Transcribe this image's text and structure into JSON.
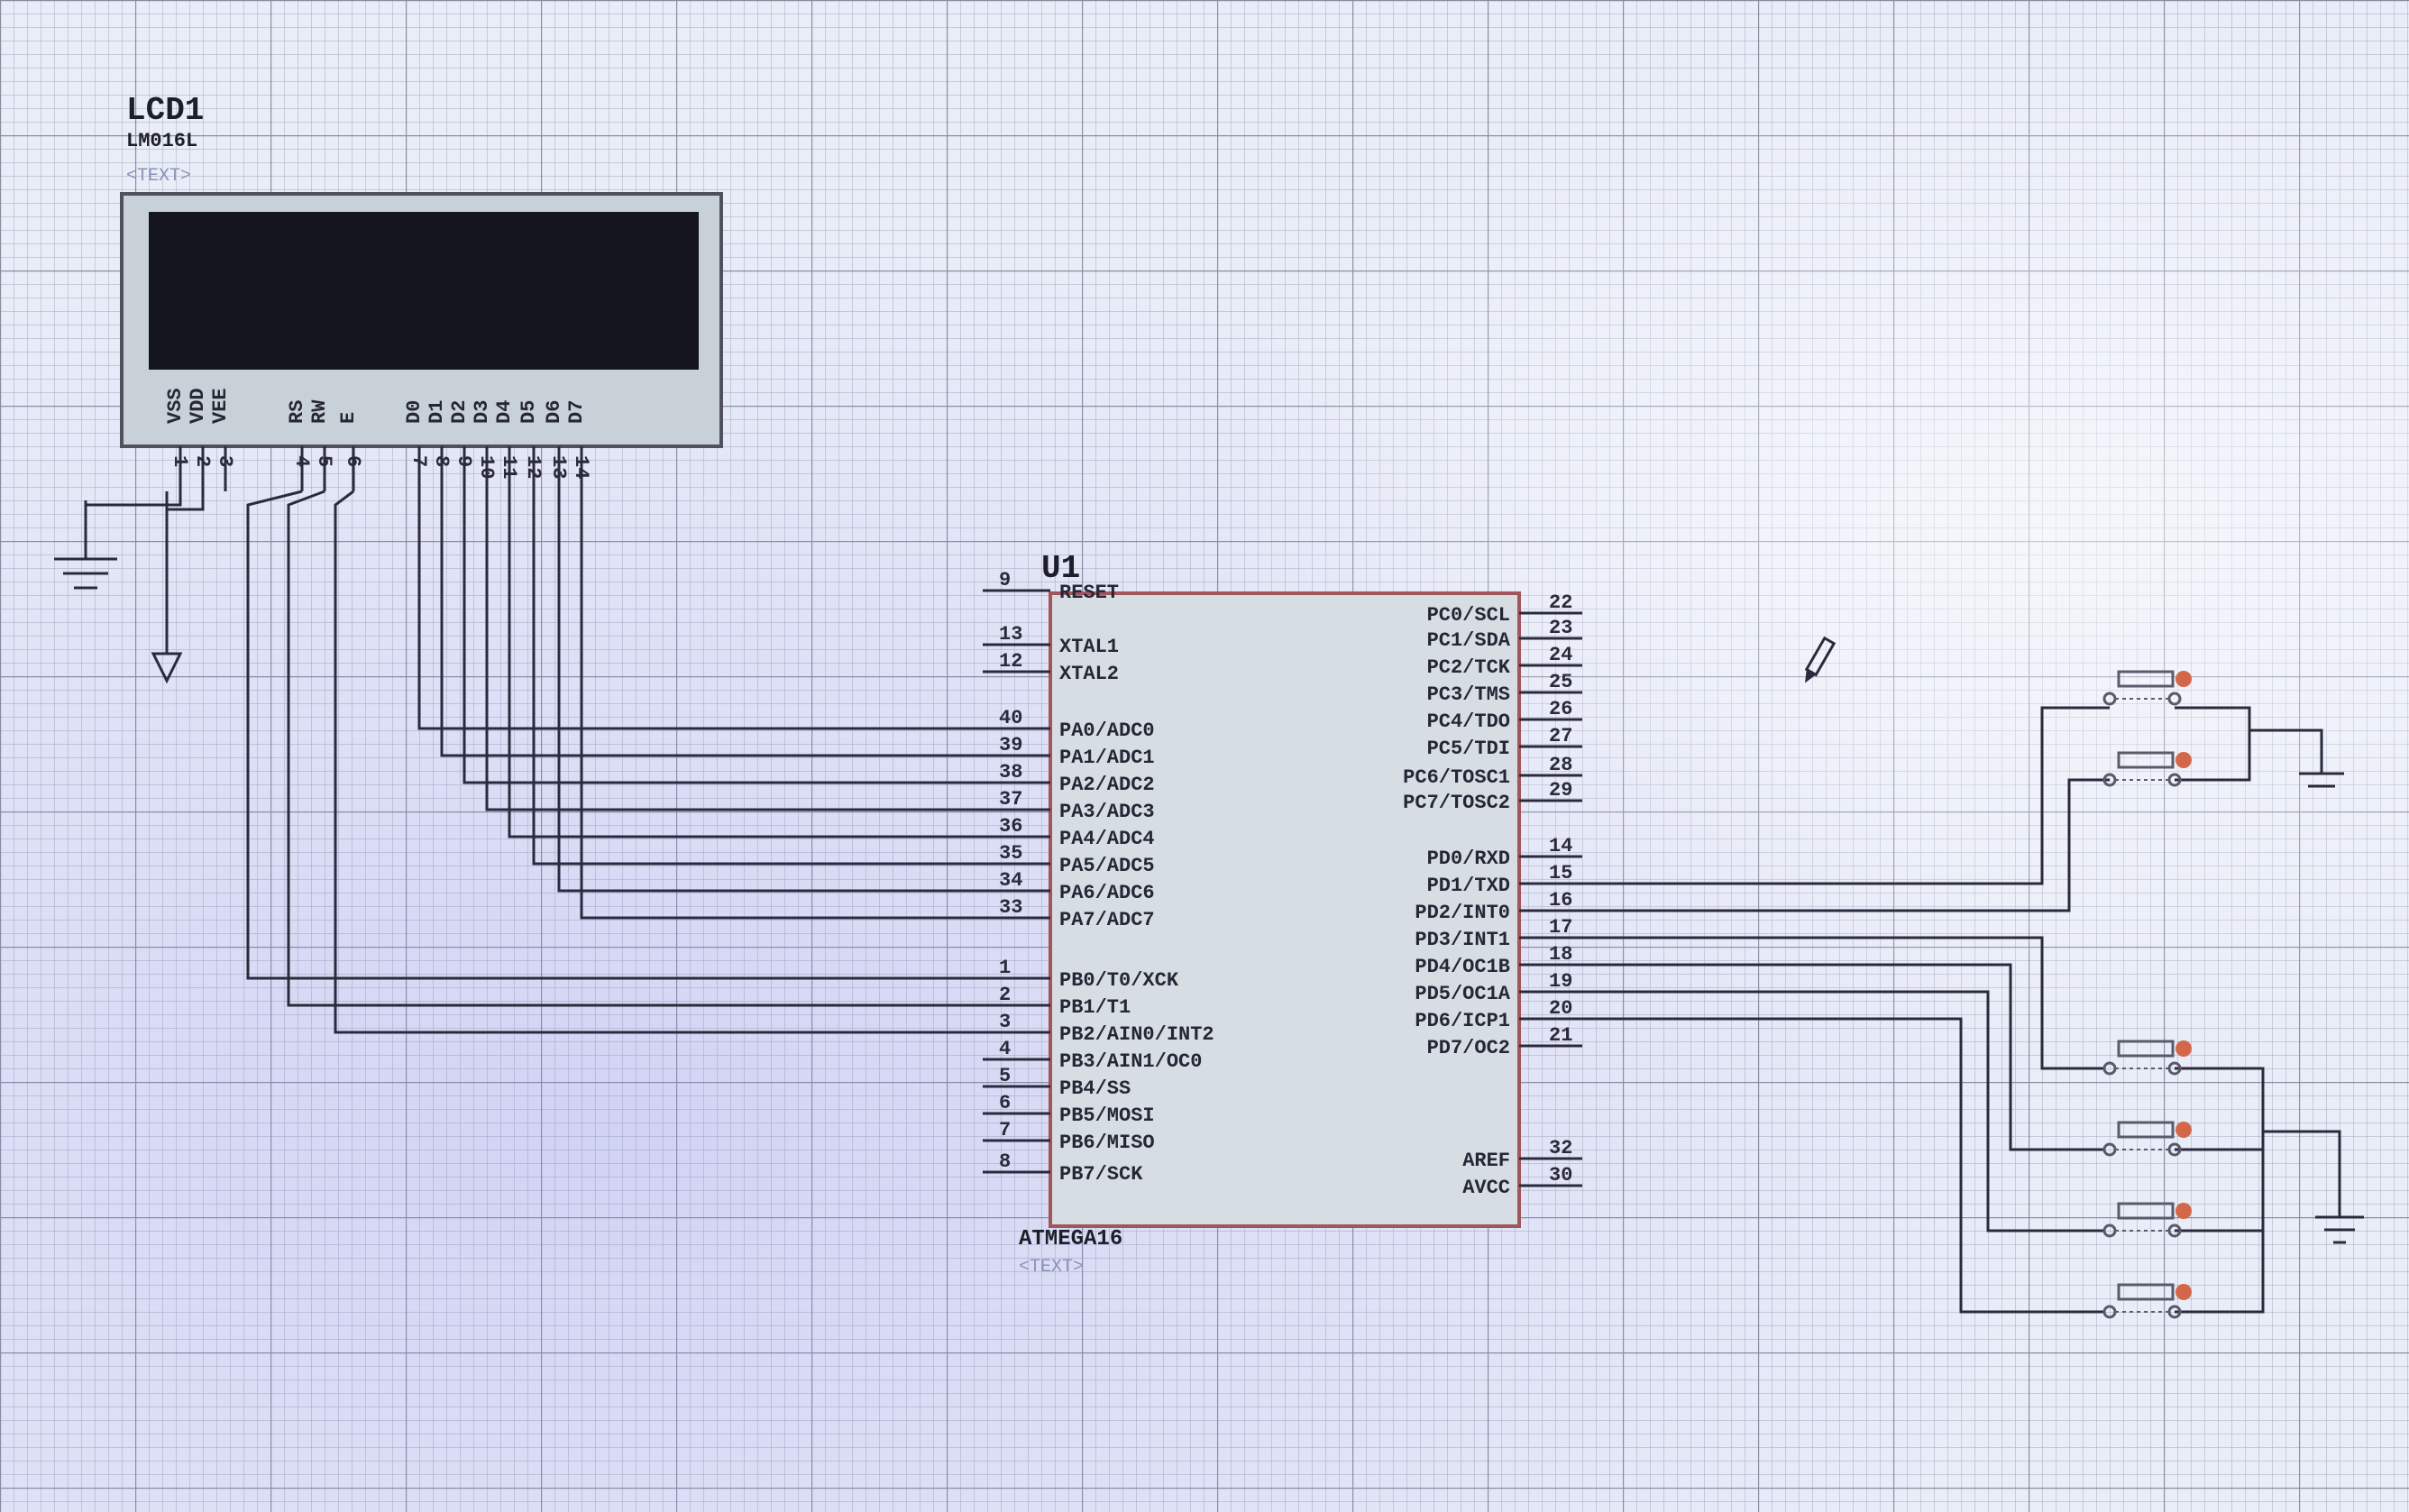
{
  "lcd": {
    "ref": "LCD1",
    "model": "LM016L",
    "text_placeholder": "<TEXT>",
    "pins": [
      "VSS",
      "VDD",
      "VEE",
      "RS",
      "RW",
      "E",
      "D0",
      "D1",
      "D2",
      "D3",
      "D4",
      "D5",
      "D6",
      "D7"
    ],
    "pin_numbers": [
      "1",
      "2",
      "3",
      "4",
      "5",
      "6",
      "7",
      "8",
      "9",
      "10",
      "11",
      "12",
      "13",
      "14"
    ]
  },
  "mcu": {
    "ref": "U1",
    "model": "ATMEGA16",
    "text_placeholder": "<TEXT>",
    "left_pins": [
      {
        "num": "9",
        "name": "RESET"
      },
      {
        "num": "13",
        "name": "XTAL1"
      },
      {
        "num": "12",
        "name": "XTAL2"
      },
      {
        "num": "40",
        "name": "PA0/ADC0"
      },
      {
        "num": "39",
        "name": "PA1/ADC1"
      },
      {
        "num": "38",
        "name": "PA2/ADC2"
      },
      {
        "num": "37",
        "name": "PA3/ADC3"
      },
      {
        "num": "36",
        "name": "PA4/ADC4"
      },
      {
        "num": "35",
        "name": "PA5/ADC5"
      },
      {
        "num": "34",
        "name": "PA6/ADC6"
      },
      {
        "num": "33",
        "name": "PA7/ADC7"
      },
      {
        "num": "1",
        "name": "PB0/T0/XCK"
      },
      {
        "num": "2",
        "name": "PB1/T1"
      },
      {
        "num": "3",
        "name": "PB2/AIN0/INT2"
      },
      {
        "num": "4",
        "name": "PB3/AIN1/OC0"
      },
      {
        "num": "5",
        "name": "PB4/SS"
      },
      {
        "num": "6",
        "name": "PB5/MOSI"
      },
      {
        "num": "7",
        "name": "PB6/MISO"
      },
      {
        "num": "8",
        "name": "PB7/SCK"
      }
    ],
    "right_pins": [
      {
        "num": "22",
        "name": "PC0/SCL"
      },
      {
        "num": "23",
        "name": "PC1/SDA"
      },
      {
        "num": "24",
        "name": "PC2/TCK"
      },
      {
        "num": "25",
        "name": "PC3/TMS"
      },
      {
        "num": "26",
        "name": "PC4/TDO"
      },
      {
        "num": "27",
        "name": "PC5/TDI"
      },
      {
        "num": "28",
        "name": "PC6/TOSC1"
      },
      {
        "num": "29",
        "name": "PC7/TOSC2"
      },
      {
        "num": "14",
        "name": "PD0/RXD"
      },
      {
        "num": "15",
        "name": "PD1/TXD"
      },
      {
        "num": "16",
        "name": "PD2/INT0"
      },
      {
        "num": "17",
        "name": "PD3/INT1"
      },
      {
        "num": "18",
        "name": "PD4/OC1B"
      },
      {
        "num": "19",
        "name": "PD5/OC1A"
      },
      {
        "num": "20",
        "name": "PD6/ICP1"
      },
      {
        "num": "21",
        "name": "PD7/OC2"
      },
      {
        "num": "32",
        "name": "AREF"
      },
      {
        "num": "30",
        "name": "AVCC"
      }
    ]
  },
  "buttons_count_top": 2,
  "buttons_count_bottom": 4,
  "colors": {
    "background": "#e9edf8",
    "grid": "#9aa3b5",
    "wire": "#2a2a3c",
    "chip_fill": "#d6dee3",
    "chip_border": "#a2555a",
    "lcd_screen": "#15151e",
    "button_led": "#d4674a"
  }
}
